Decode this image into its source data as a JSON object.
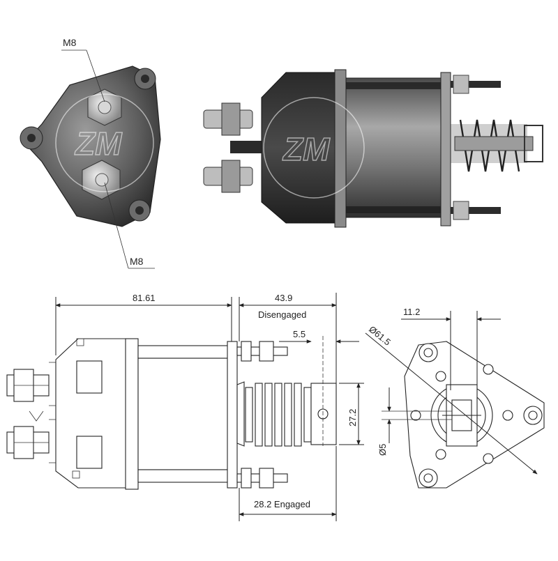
{
  "photo_labels": {
    "top_terminal": "M8",
    "bottom_terminal": "M8"
  },
  "dimensions": {
    "body_length": "81.61",
    "plunger_travel": "43.9",
    "disengaged": "Disengaged",
    "engaged": "28.2 Engaged",
    "eye_offset": "5.5",
    "plunger_height": "27.2",
    "mount_offset": "11.2",
    "flange_diameter": "Ø61.5",
    "hole_diameter": "Ø5"
  },
  "watermark": "ZM",
  "colors": {
    "photo_dark": "#3a3a3a",
    "photo_mid": "#7a7a7a",
    "photo_light": "#c8c8c8",
    "line": "#222222"
  }
}
